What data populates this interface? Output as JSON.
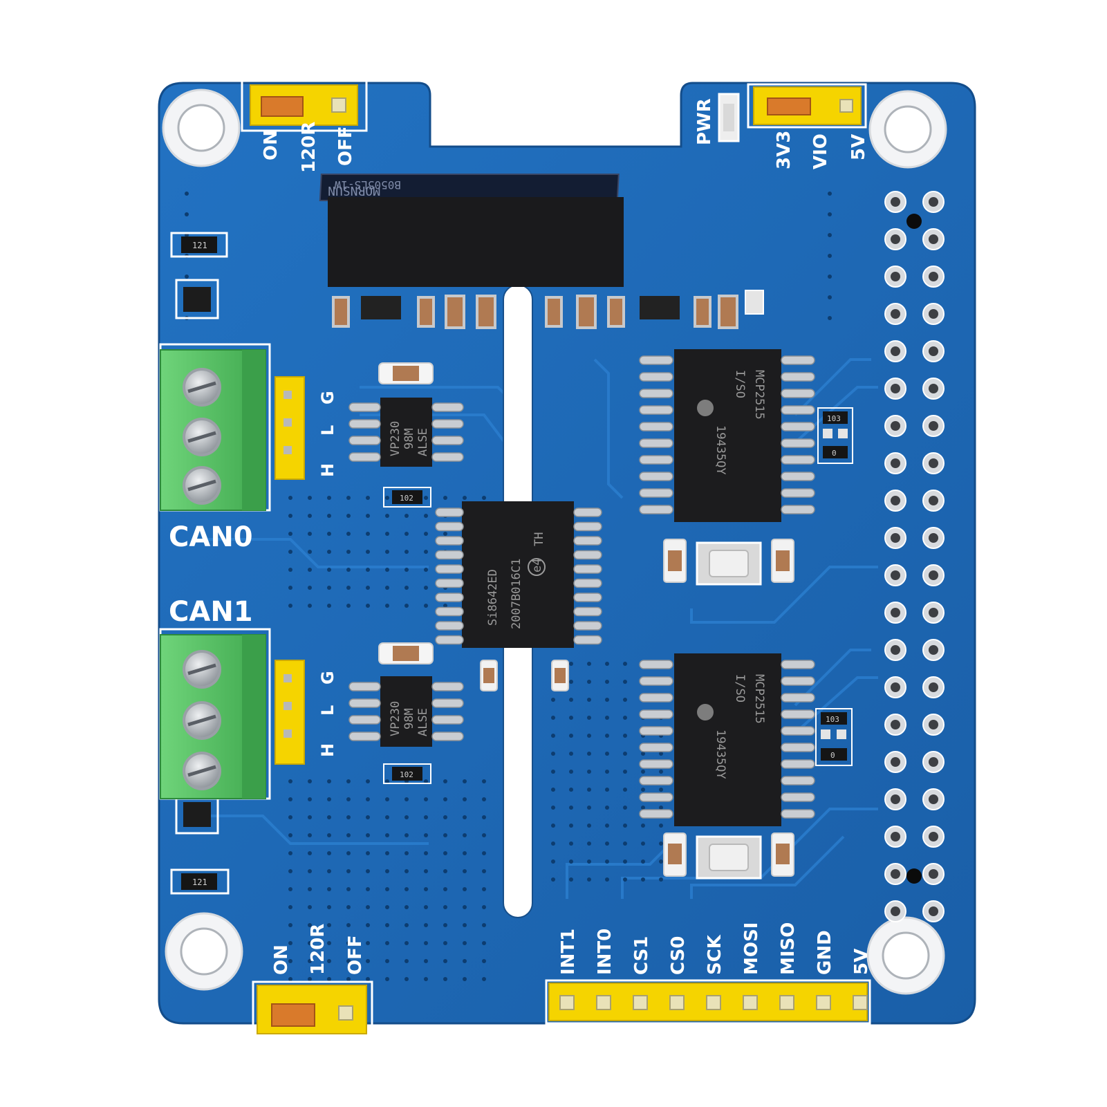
{
  "colors": {
    "background": "#ffffff",
    "board": "#1d67b4",
    "board_dark": "#154f8f",
    "silkscreen": "#ffffff",
    "header_yellow": "#f5d400",
    "terminal_green": "#5fc56a",
    "chip_black": "#1c1c1e",
    "pin_silver": "#c9cdd2",
    "pad_gold": "#c9a94a"
  },
  "silkscreen": {
    "can0": "CAN0",
    "can1": "CAN1",
    "jumper_top": {
      "on": "ON",
      "r120": "120R",
      "off": "OFF"
    },
    "jumper_bottom": {
      "on": "ON",
      "r120": "120R",
      "off": "OFF"
    },
    "pwr": "PWR",
    "vio_jumper": {
      "v33": "3V3",
      "vio": "VIO",
      "v5": "5V"
    },
    "can_pins": {
      "h": "H",
      "l": "L",
      "g": "G"
    },
    "bottom_header_pins": [
      "INT1",
      "INT0",
      "CS1",
      "CS0",
      "SCK",
      "MOSI",
      "MISO",
      "GND",
      "5V"
    ]
  },
  "chips": {
    "isolator": {
      "line1": "Si8642ED",
      "line2": "2007B016C1",
      "line3": "TH",
      "mark": "e4"
    },
    "controller_top": {
      "line1": "MCP2515",
      "line2": "I/SO",
      "line3": "19435QY"
    },
    "controller_bottom": {
      "line1": "MCP2515",
      "line2": "I/SO",
      "line3": "19435QY"
    },
    "transceiver_top": {
      "line1": "VP230",
      "line2": "98M",
      "line3": "ALSE"
    },
    "transceiver_bottom": {
      "line1": "VP230",
      "line2": "98M",
      "line3": "ALSE"
    },
    "dcdc_module": {
      "line1": "MORNSUN",
      "line2": "B0505LS-1W"
    }
  },
  "resistor_marks": {
    "r121_top": "121",
    "r121_bottom": "121",
    "r102_top": "102",
    "r102_bottom": "102",
    "r103_top": "103",
    "r103_bottom": "103",
    "r0_top": "0",
    "r0_bottom": "0"
  }
}
